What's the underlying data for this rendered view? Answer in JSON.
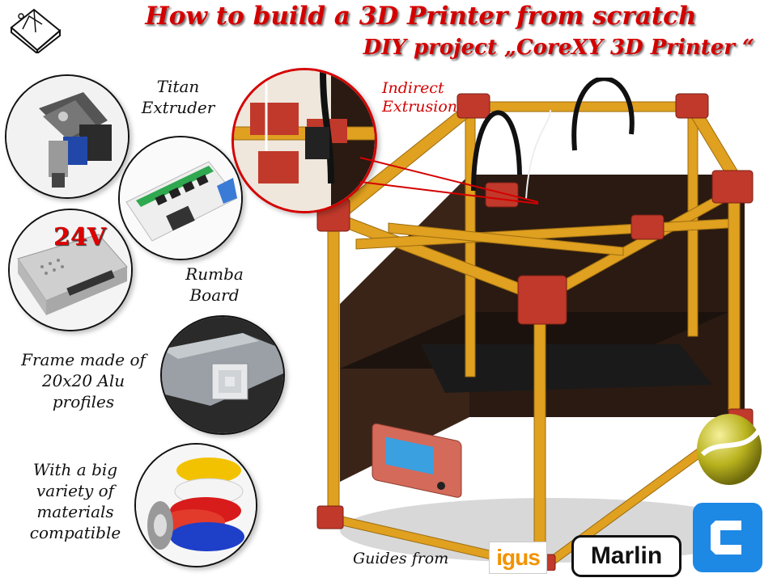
{
  "header": {
    "title": "How to build a 3D Printer from scratch",
    "subtitle": "DIY project „CoreXY 3D Printer “"
  },
  "left_labels": {
    "titan": "Titan Extruder",
    "voltage_badge": "24V",
    "rumba": "Rumba Board",
    "frame": "Frame made of 20x20 Alu profiles",
    "materials": "With a big variety of materials compatible"
  },
  "callout": {
    "indirect": "Indirect Extrusion"
  },
  "footer": {
    "guides_prefix": "Guides from",
    "igus_logo_text": "igus",
    "marlin_logo_text": "Marlin",
    "cura_logo_icon": "cura-c-icon",
    "simplify_logo_icon": "simplify3d-sphere-icon"
  },
  "colors": {
    "title_red": "#d40000",
    "frame_gold": "#e0a020",
    "bracket_red": "#c0392b",
    "panel_dark": "#2a1a12",
    "cura_blue": "#1e88e5",
    "igus_orange": "#f39200"
  }
}
